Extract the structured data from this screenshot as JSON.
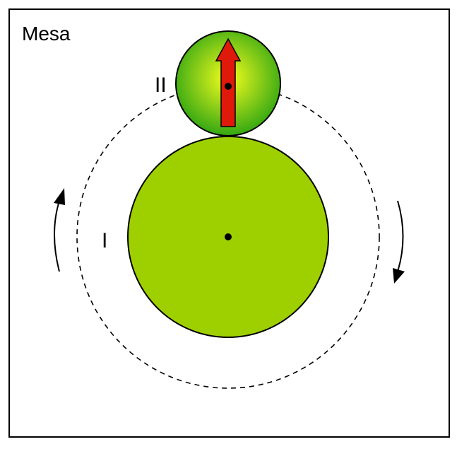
{
  "diagram": {
    "table_label": "Mesa",
    "large_disc_label": "I",
    "small_disc_label": "II"
  },
  "colors": {
    "frame": "#000000",
    "background": "#ffffff",
    "large_disc": "#9ed000",
    "small_disc_center": "#f4ff1a",
    "small_disc_edge": "#34a812",
    "arrow_fill": "#e01a0a",
    "dashed_path": "#000000",
    "dot": "#000000"
  },
  "icons": {
    "orientation_arrow": "up-arrow-icon",
    "rotation_left": "counter-clockwise-arrow-icon",
    "rotation_right": "clockwise-arrow-icon"
  }
}
